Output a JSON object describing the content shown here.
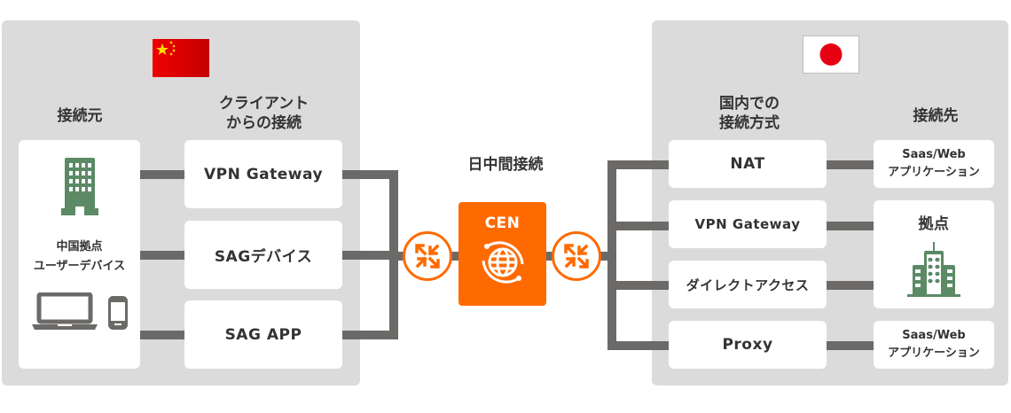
{
  "china_panel": {
    "flag": "china-flag",
    "source_header": "接続元",
    "client_header_line1": "クライアント",
    "client_header_line2": "からの接続",
    "source_box": {
      "label_line1": "中国拠点",
      "label_line2": "ユーザーデバイス",
      "icons": [
        "office-building-icon",
        "laptop-icon",
        "smartphone-icon"
      ]
    },
    "clients": [
      {
        "label": "VPN Gateway"
      },
      {
        "label": "SAGデバイス"
      },
      {
        "label": "SAG APP"
      }
    ]
  },
  "center": {
    "header": "日中間接続",
    "cen_label": "CEN",
    "icons": [
      "router-icon",
      "globe-icon",
      "router-icon"
    ]
  },
  "japan_panel": {
    "flag": "japan-flag",
    "method_header_line1": "国内での",
    "method_header_line2": "接続方式",
    "dest_header": "接続先",
    "methods": [
      {
        "label": "NAT"
      },
      {
        "label": "VPN Gateway"
      },
      {
        "label": "ダイレクトアクセス"
      },
      {
        "label": "Proxy"
      }
    ],
    "destinations": [
      {
        "line1": "Saas/Web",
        "line2": "アプリケーション"
      },
      {
        "label": "拠点",
        "icon": "office-complex-icon"
      },
      {
        "line1": "Saas/Web",
        "line2": "アプリケーション"
      }
    ]
  },
  "colors": {
    "panel": "#dbdbdb",
    "connector": "#6b6a68",
    "accent": "#ff6a00",
    "building": "#5b8a65"
  }
}
